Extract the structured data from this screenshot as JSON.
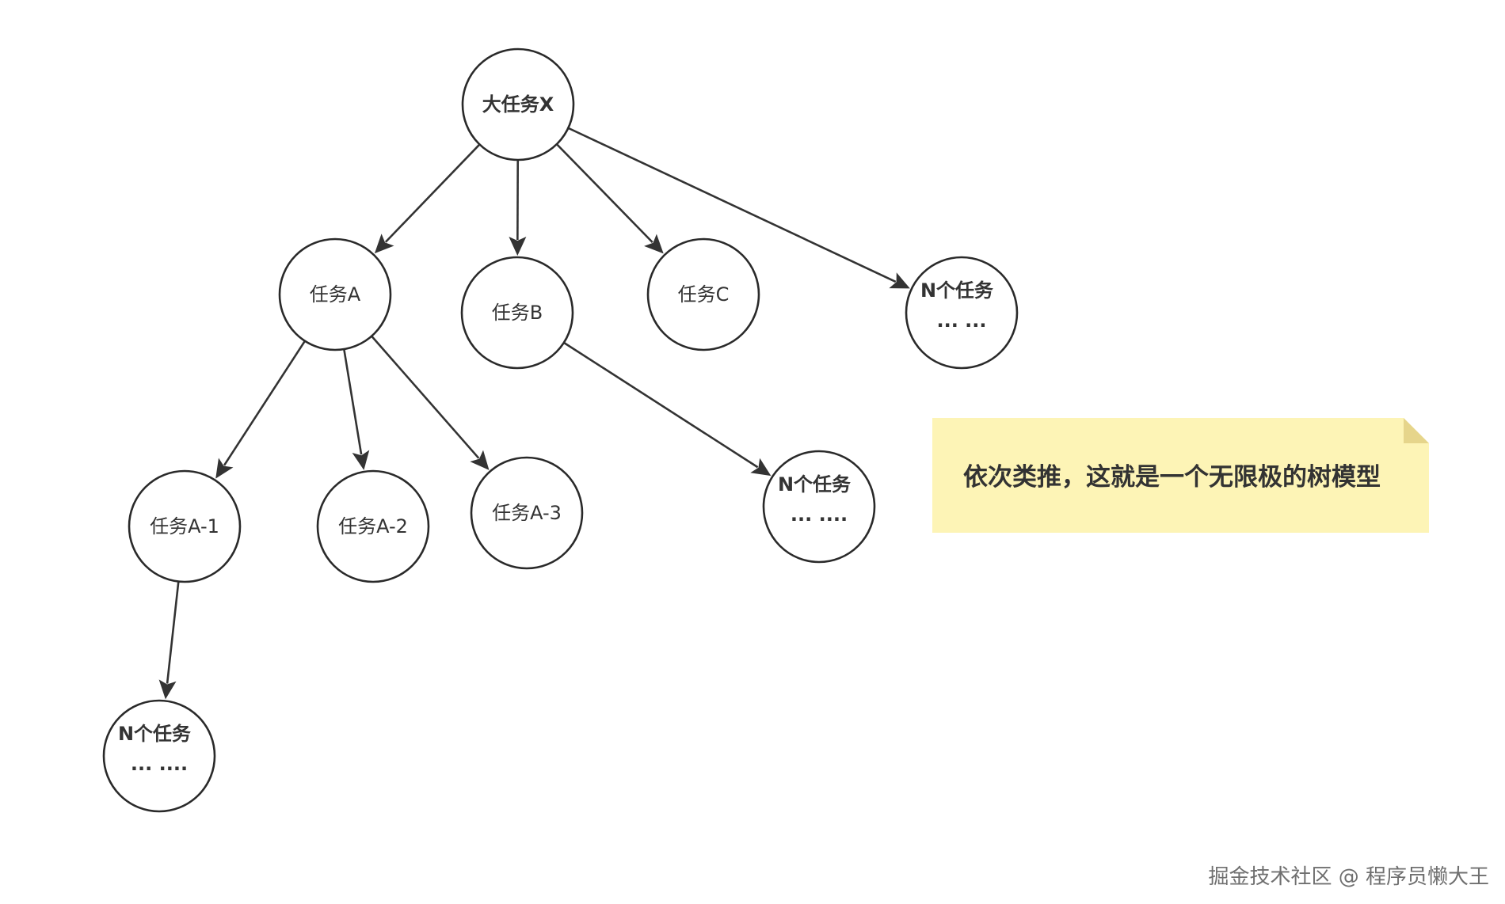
{
  "diagram": {
    "nodes": [
      {
        "id": "x",
        "label": "大任务X",
        "bold": true
      },
      {
        "id": "a",
        "label": "任务A"
      },
      {
        "id": "b",
        "label": "任务B"
      },
      {
        "id": "c",
        "label": "任务C"
      },
      {
        "id": "n1",
        "label": "N个任务",
        "dots": "··· ···",
        "bold": true
      },
      {
        "id": "a1",
        "label": "任务A-1"
      },
      {
        "id": "a2",
        "label": "任务A-2"
      },
      {
        "id": "a3",
        "label": "任务A-3"
      },
      {
        "id": "n2",
        "label": "N个任务",
        "dots": "··· ····",
        "bold": true
      },
      {
        "id": "n3",
        "label": "N个任务",
        "dots": "··· ····",
        "bold": true
      }
    ],
    "edges": [
      {
        "from": "x",
        "to": "a"
      },
      {
        "from": "x",
        "to": "b"
      },
      {
        "from": "x",
        "to": "c"
      },
      {
        "from": "x",
        "to": "n1"
      },
      {
        "from": "a",
        "to": "a1"
      },
      {
        "from": "a",
        "to": "a2"
      },
      {
        "from": "a",
        "to": "a3"
      },
      {
        "from": "b",
        "to": "n2"
      },
      {
        "from": "a1",
        "to": "n3"
      }
    ],
    "note": {
      "text": "依次类推，这就是一个无限极的树模型",
      "color": "#fdf4b6"
    }
  },
  "watermark": "掘金技术社区 @ 程序员懒大王"
}
